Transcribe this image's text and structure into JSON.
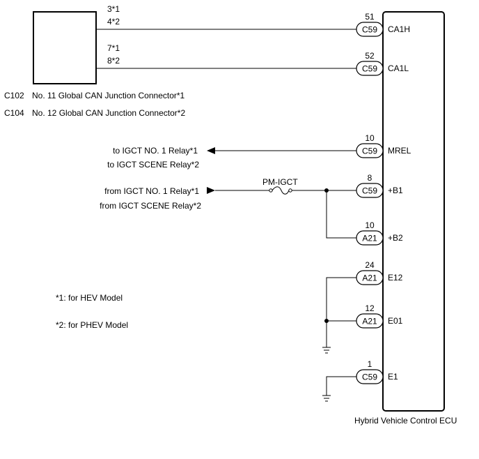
{
  "junction": {
    "pins_top": [
      "3*1",
      "4*2"
    ],
    "pins_bottom": [
      "7*1",
      "8*2"
    ],
    "connectors": [
      {
        "code": "C102",
        "name": "No. 11 Global CAN Junction Connector*1"
      },
      {
        "code": "C104",
        "name": "No. 12 Global CAN Junction Connector*2"
      }
    ]
  },
  "ecu": {
    "name": "Hybrid Vehicle Control ECU",
    "terminals": [
      {
        "pin": "51",
        "connector": "C59",
        "signal": "CA1H"
      },
      {
        "pin": "52",
        "connector": "C59",
        "signal": "CA1L"
      },
      {
        "pin": "10",
        "connector": "C59",
        "signal": "MREL"
      },
      {
        "pin": "8",
        "connector": "C59",
        "signal": "+B1"
      },
      {
        "pin": "10",
        "connector": "A21",
        "signal": "+B2"
      },
      {
        "pin": "24",
        "connector": "A21",
        "signal": "E12"
      },
      {
        "pin": "12",
        "connector": "A21",
        "signal": "E01"
      },
      {
        "pin": "1",
        "connector": "C59",
        "signal": "E1"
      }
    ]
  },
  "relay_out": [
    "to IGCT NO. 1 Relay*1",
    "to IGCT SCENE Relay*2"
  ],
  "relay_in": [
    "from IGCT NO. 1 Relay*1",
    "from IGCT SCENE Relay*2"
  ],
  "fuse": "PM-IGCT",
  "notes": [
    "*1: for HEV Model",
    "*2: for PHEV Model"
  ]
}
